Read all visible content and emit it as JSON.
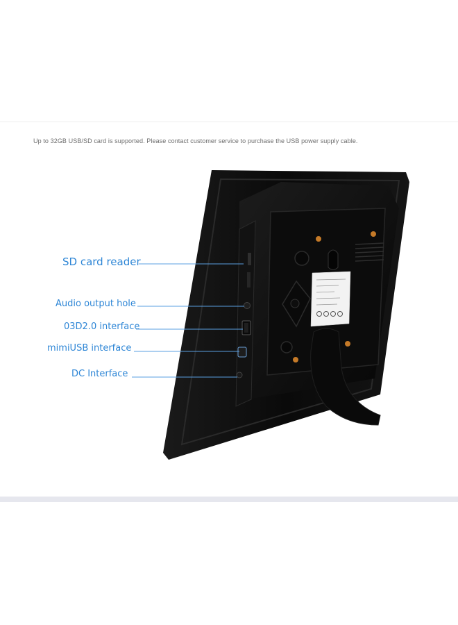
{
  "note": "Up to 32GB USB/SD card is supported. Please contact customer service to purchase the USB power supply cable.",
  "callouts": {
    "sd_card_reader": "SD card reader",
    "audio_output": "Audio output hole",
    "usb_interface": "03D2.0 interface",
    "mini_usb": "mimiUSB interface",
    "dc_interface": "DC Interface"
  },
  "colors": {
    "callout_text": "#2e86d6",
    "callout_line": "#5a9fe0",
    "frame": "#0b0b0b",
    "background": "#ffffff",
    "bottom_bar": "#e6e7ee"
  },
  "icons": [
    "photo-frame-back-image"
  ]
}
